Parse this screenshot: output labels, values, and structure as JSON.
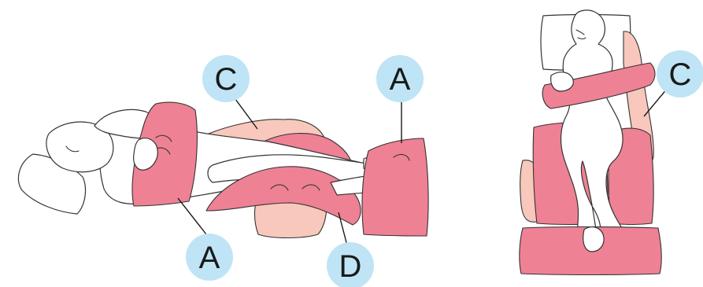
{
  "colors": {
    "pillow": "#ef8194",
    "pillow_light": "#f8c8bc",
    "label_circle": "#bfe4f6",
    "outline": "#333333"
  },
  "labels": {
    "left_head_pillow": "A",
    "left_back_pillow": "C",
    "left_feet_pillow": "A",
    "left_knee_pillow": "D",
    "right_body_pillow": "C"
  }
}
